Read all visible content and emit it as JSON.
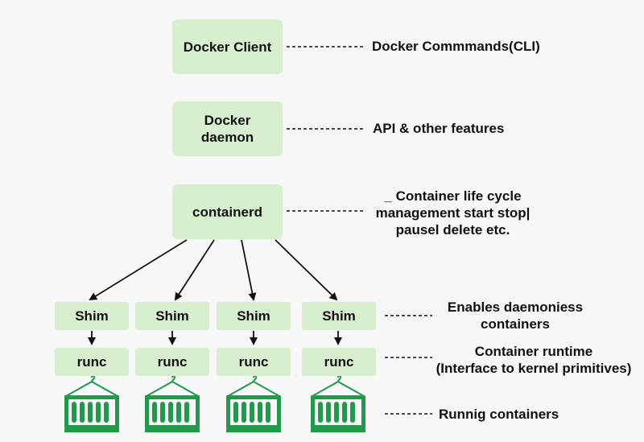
{
  "boxes": {
    "client": "Docker Client",
    "daemon_line1": "Docker",
    "daemon_line2": "daemon",
    "containerd": "containerd",
    "shim": "Shim",
    "runc": "runc"
  },
  "labels": {
    "client": "Docker Commmands(CLI)",
    "daemon": "API & other features",
    "containerd_line1": "_ Container life cycle",
    "containerd_line2": "management start stop|",
    "containerd_line3": "pausel delete etc.",
    "shim_line1": "Enables daemoniess",
    "shim_line2": "containers",
    "runc_line1": "Container runtime",
    "runc_line2": "(Interface to kernel primitives)",
    "containers": "Runnig containers"
  },
  "colors": {
    "box_fill": "#d8efcf",
    "container_green": "#1e9a4a",
    "background": "#f7f7f7"
  }
}
